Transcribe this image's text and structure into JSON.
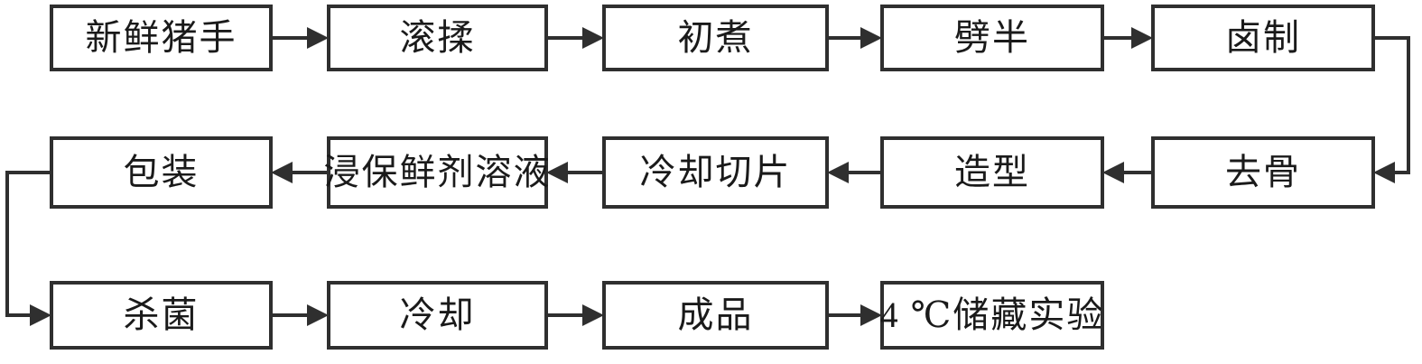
{
  "colors": {
    "line": "#2f2f2f",
    "box_border": "#2f2f2f",
    "box_fill": "#ffffff",
    "text": "#1a1a1a",
    "background": "#ffffff"
  },
  "flow": {
    "row1": [
      "新鲜猪手",
      "滚揉",
      "初煮",
      "劈半",
      "卤制"
    ],
    "row2": [
      "包装",
      "浸保鲜剂溶液",
      "冷却切片",
      "造型",
      "去骨"
    ],
    "row3": [
      "杀菌",
      "冷却",
      "成品",
      "4 ℃储藏实验"
    ]
  },
  "process_order": [
    "新鲜猪手",
    "滚揉",
    "初煮",
    "劈半",
    "卤制",
    "去骨",
    "造型",
    "冷却切片",
    "浸保鲜剂溶液",
    "包装",
    "杀菌",
    "冷却",
    "成品",
    "4 ℃储藏实验"
  ]
}
